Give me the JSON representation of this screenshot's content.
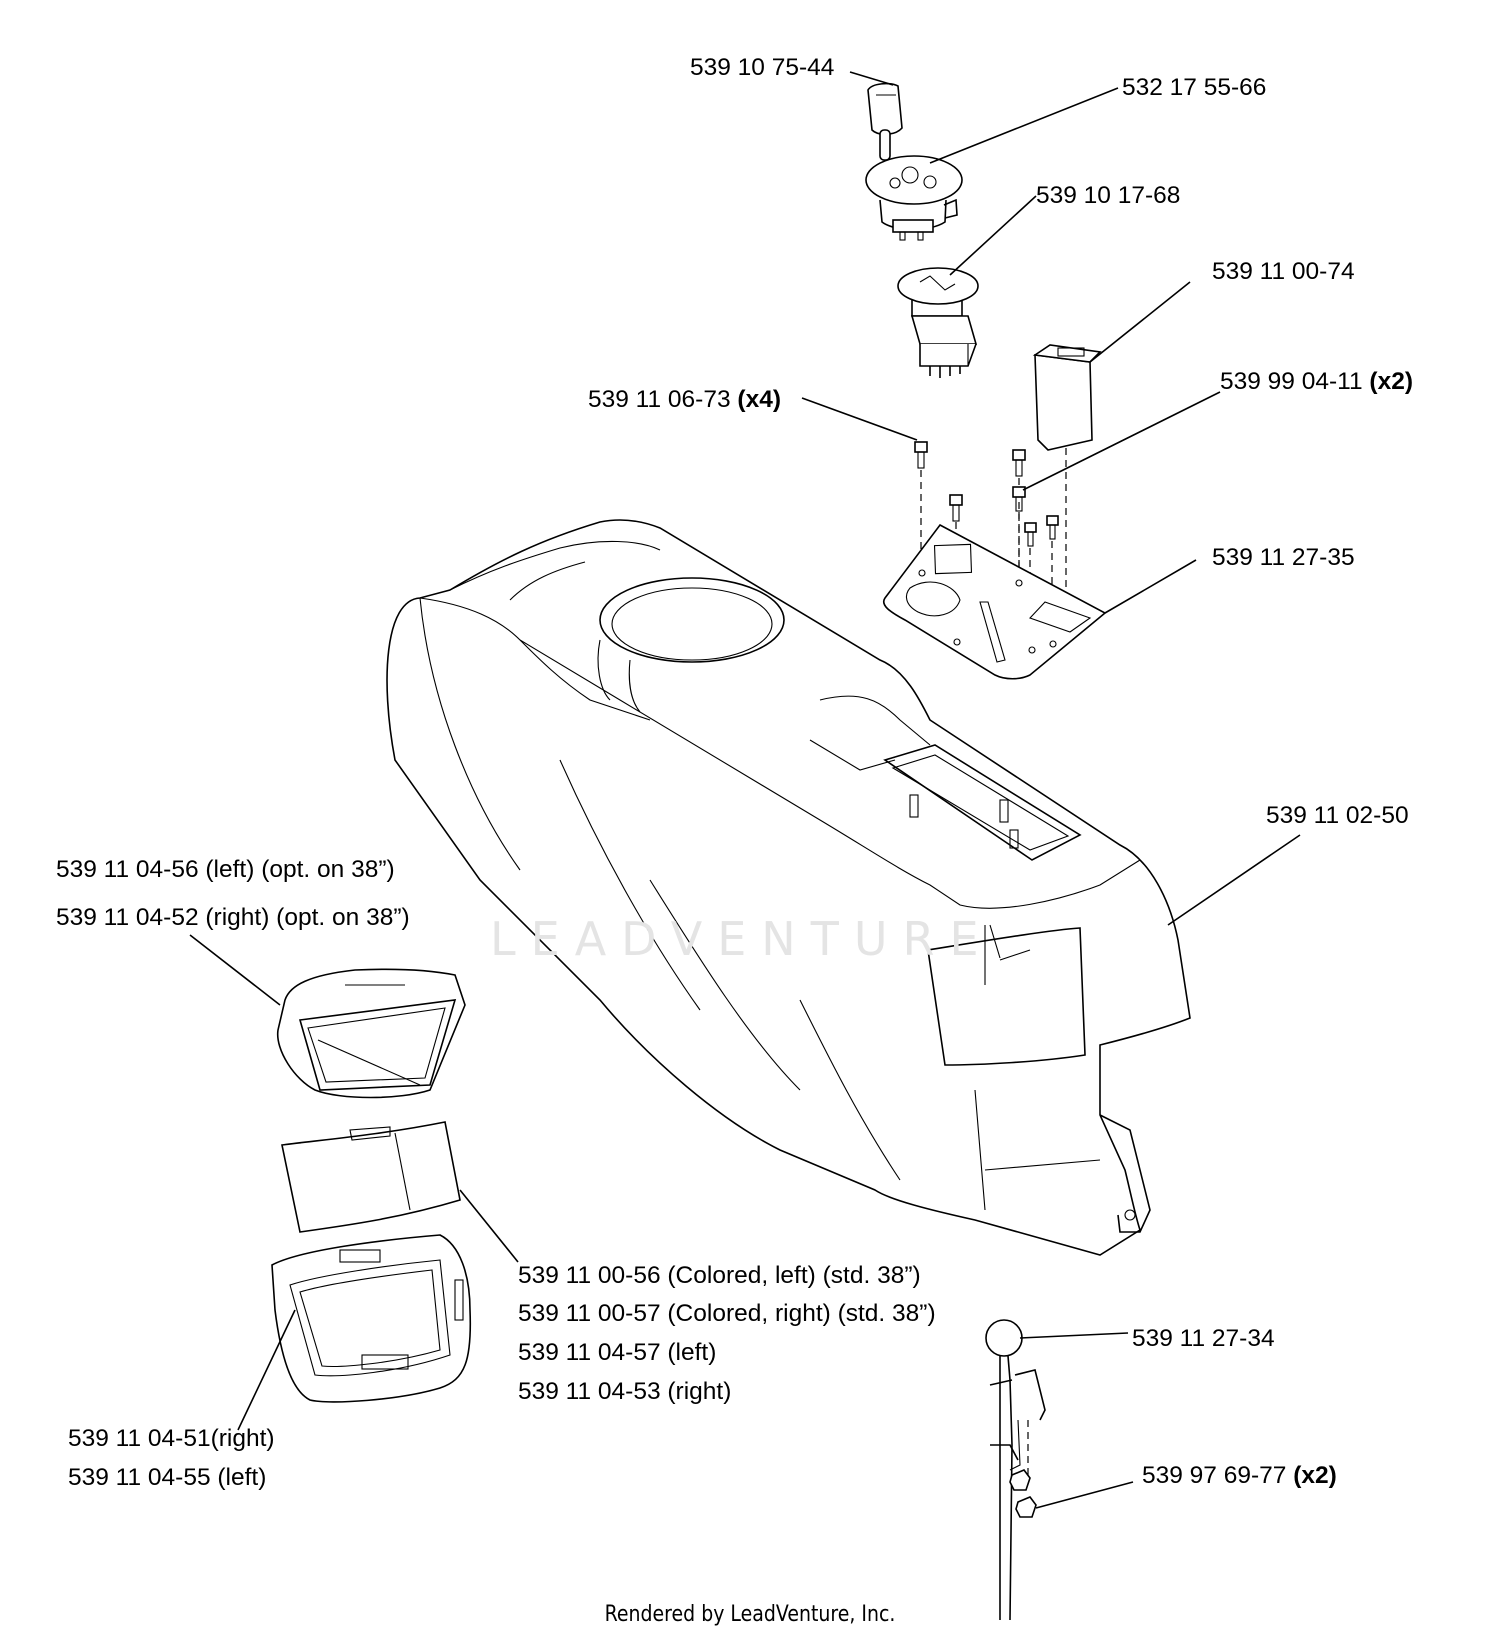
{
  "diagram": {
    "labels": {
      "key": "539 10 75-44",
      "ignition_switch": "532 17 55-66",
      "pto_switch": "539 10 17-68",
      "hour_meter": "539 11 00-74",
      "bolt_x4": {
        "part": "539 11 06-73",
        "qty": "(x4)"
      },
      "screw_x2": {
        "part": "539 99 04-11",
        "qty": "(x2)"
      },
      "mount_plate": "539 11 27-35",
      "dash_panel": "539 11 02-50",
      "cupholder_left": "539 11 04-56 (left) (opt. on 38”)",
      "cupholder_right": "539 11 04-52 (right) (opt. on 38”)",
      "insert_colored_left": "539 11 00-56 (Colored, left) (std. 38”)",
      "insert_colored_right": "539 11 00-57 (Colored, right) (std. 38”)",
      "insert_left": "539 11 04-57 (left)",
      "insert_right": "539 11 04-53 (right)",
      "bezel_right": "539 11 04-51(right)",
      "bezel_left": "539 11 04-55 (left)",
      "lever": "539 11 27-34",
      "nut_x2": {
        "part": "539 97 69-77",
        "qty": "(x2)"
      }
    },
    "watermark": "LEADVENTURE",
    "footer": "Rendered by LeadVenture, Inc."
  }
}
